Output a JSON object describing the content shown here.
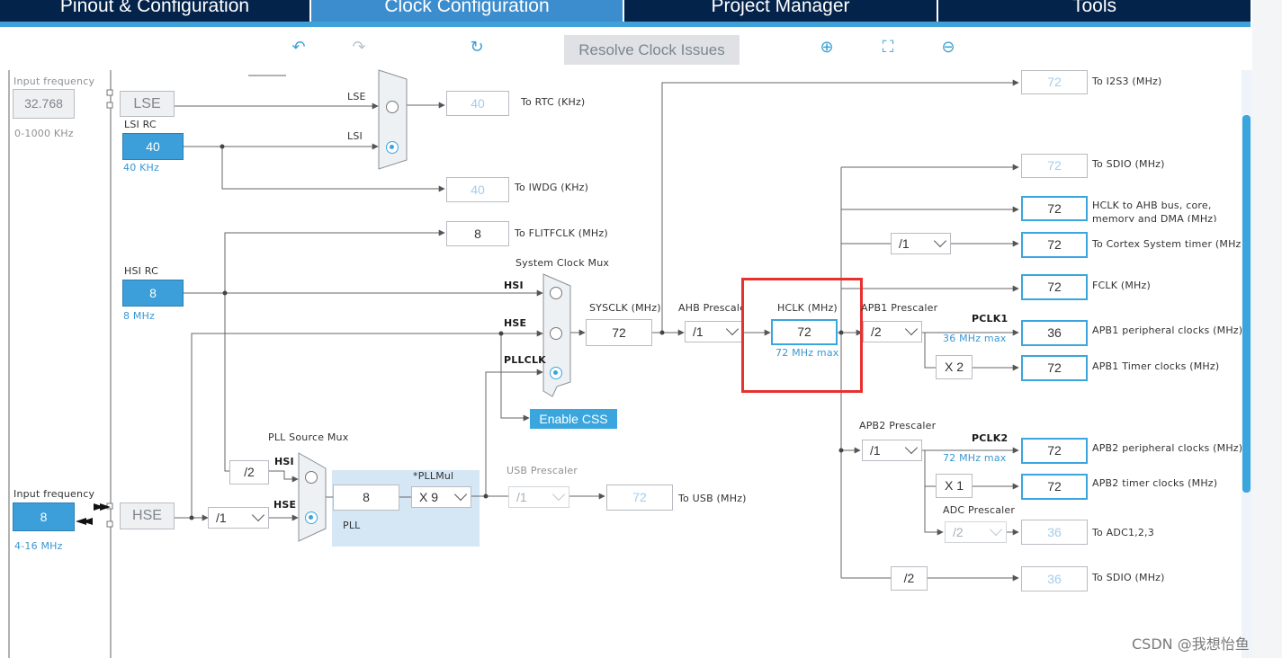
{
  "tabs": [
    {
      "label": "Pinout & Configuration"
    },
    {
      "label": "Clock Configuration"
    },
    {
      "label": "Project Manager"
    },
    {
      "label": "Tools"
    }
  ],
  "toolbar": {
    "resolve_label": "Resolve Clock Issues"
  },
  "colors": {
    "tabbar": "#03234b",
    "active_tab": "#3c8dce",
    "accent": "#3aa6dd",
    "highlight": "#e8312f"
  },
  "lse": {
    "input_label": "Input frequency",
    "input_value": "32.768",
    "range": "0-1000 KHz",
    "box_label": "LSE"
  },
  "lsi": {
    "title": "LSI RC",
    "value": "40",
    "unit": "40 KHz"
  },
  "hsi": {
    "title": "HSI RC",
    "value": "8",
    "unit": "8 MHz"
  },
  "hse": {
    "input_label": "Input frequency",
    "input_value": "8",
    "range": "4-16 MHz",
    "box_label": "HSE",
    "prediv": "/1"
  },
  "rtc_mux": {
    "in_lse": "LSE",
    "in_lsi": "LSI"
  },
  "outputs": {
    "rtc": {
      "value": "40",
      "label": "To RTC (KHz)"
    },
    "iwdg": {
      "value": "40",
      "label": "To IWDG (KHz)"
    },
    "flitf": {
      "value": "8",
      "label": "To FLITFCLK (MHz)"
    },
    "i2s3": {
      "value": "72",
      "label": "To I2S3 (MHz)"
    },
    "sdio_top": {
      "value": "72",
      "label": "To SDIO (MHz)"
    },
    "hclk_ahb": {
      "value": "72",
      "label": "HCLK to AHB bus, core, memory and DMA (MHz)"
    },
    "cortex": {
      "value": "72",
      "label": "To Cortex System timer (MHz)",
      "div": "/1"
    },
    "fclk": {
      "value": "72",
      "label": "FCLK (MHz)"
    },
    "apb1_periph": {
      "value": "36",
      "label": "APB1 peripheral clocks (MHz)"
    },
    "apb1_timer": {
      "value": "72",
      "label": "APB1 Timer clocks (MHz)",
      "mult": "X 2"
    },
    "apb2_periph": {
      "value": "72",
      "label": "APB2 peripheral clocks (MHz)"
    },
    "apb2_timer": {
      "value": "72",
      "label": "APB2 timer clocks (MHz)",
      "mult": "X 1"
    },
    "adc": {
      "value": "36",
      "label": "To ADC1,2,3"
    },
    "sdio_bottom": {
      "value": "36",
      "label": "To SDIO (MHz)",
      "div": "/2"
    },
    "usb": {
      "value": "72",
      "label": "To USB (MHz)"
    }
  },
  "sysclk_mux": {
    "title": "System Clock Mux",
    "in_hsi": "HSI",
    "in_hse": "HSE",
    "in_pll": "PLLCLK",
    "css_button": "Enable CSS"
  },
  "sysclk": {
    "label": "SYSCLK (MHz)",
    "value": "72"
  },
  "ahb": {
    "label": "AHB Prescaler",
    "value": "/1"
  },
  "hclk": {
    "label": "HCLK (MHz)",
    "value": "72",
    "max": "72 MHz max"
  },
  "apb1": {
    "label": "APB1 Prescaler",
    "value": "/2",
    "pclk": "PCLK1",
    "max": "36 MHz max"
  },
  "apb2": {
    "label": "APB2 Prescaler",
    "value": "/1",
    "pclk": "PCLK2",
    "max": "72 MHz max"
  },
  "adc_pre": {
    "label": "ADC Prescaler",
    "value": "/2"
  },
  "pll_src": {
    "title": "PLL Source Mux",
    "hsi_div": "/2",
    "in_hsi": "HSI",
    "in_hse": "HSE"
  },
  "pll": {
    "label": "PLL",
    "value": "8",
    "mul_label": "*PLLMul",
    "mul_value": "X 9"
  },
  "usb_pre": {
    "label": "USB Prescaler",
    "value": "/1"
  },
  "watermark": "CSDN @我想怡鱼"
}
